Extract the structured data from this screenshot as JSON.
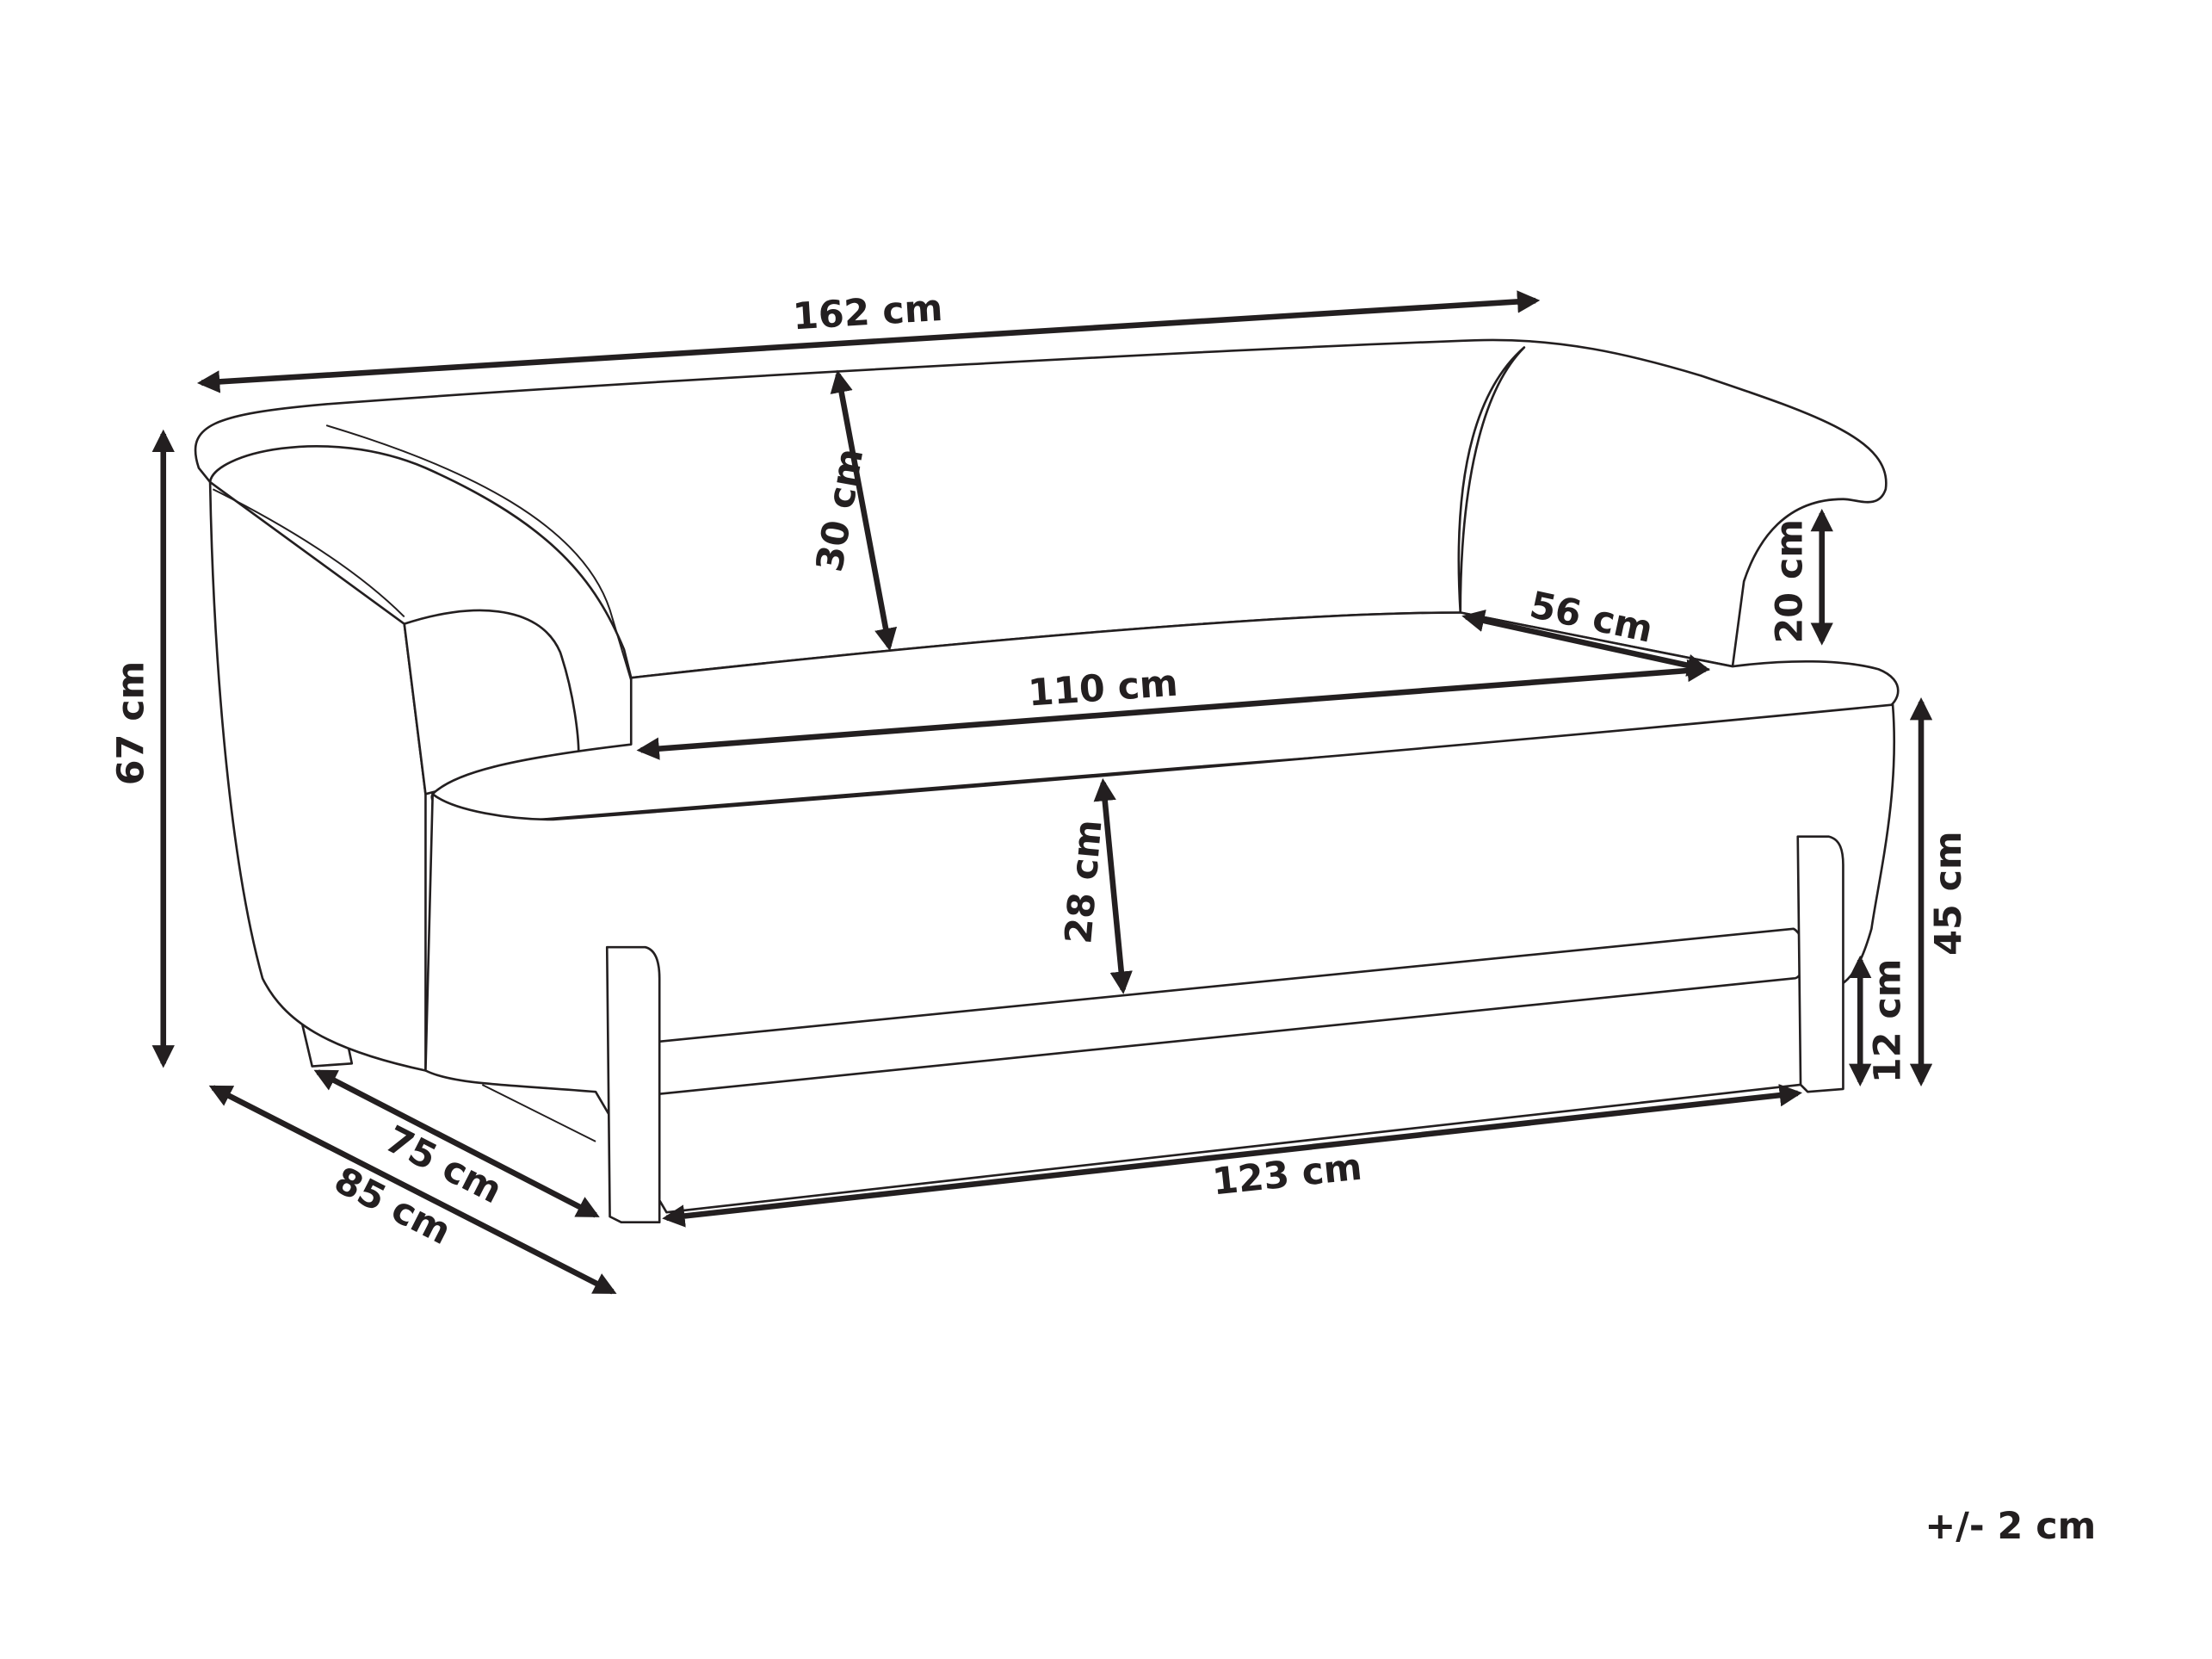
{
  "diagram": {
    "subject": "sofa",
    "line_color": "#231f20",
    "dimensions": {
      "overall_width": "162 cm",
      "backrest_height": "30 cm",
      "seat_depth": "56 cm",
      "armrest_height": "20 cm",
      "seat_width": "110 cm",
      "overall_height": "67 cm",
      "seat_cushion_height": "28 cm",
      "seat_height": "45 cm",
      "leg_height": "12 cm",
      "base_depth": "75 cm",
      "overall_depth": "85 cm",
      "leg_span": "123 cm"
    },
    "tolerance": "+/- 2 cm"
  }
}
